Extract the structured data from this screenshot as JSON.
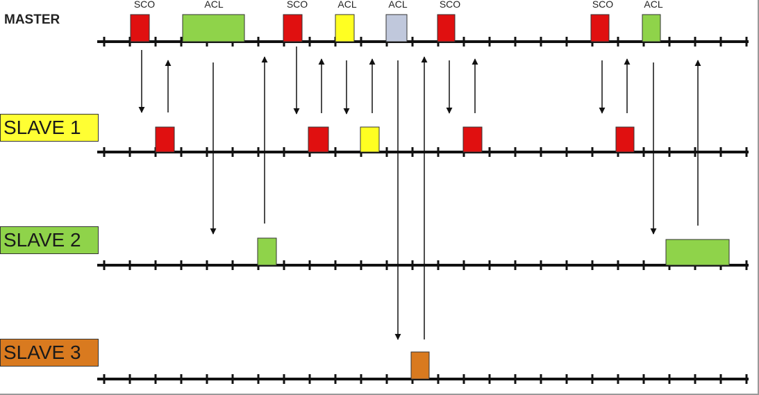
{
  "master": {
    "label": "MASTER",
    "packet_labels": [
      "SCO",
      "ACL",
      "SCO",
      "ACL",
      "ACL",
      "SCO",
      "SCO",
      "ACL"
    ]
  },
  "slaves": [
    {
      "label": "SLAVE 1",
      "color": "#ffff33"
    },
    {
      "label": "SLAVE 2",
      "color": "#8fd34a"
    },
    {
      "label": "SLAVE 3",
      "color": "#d97a1f"
    }
  ],
  "colors": {
    "sco": "#e01010",
    "acl_slave1": "#ffff22",
    "acl_slave2": "#8fd34a",
    "acl_slave3": "#d97a1f",
    "broadcast": "#c0c8dc"
  }
}
